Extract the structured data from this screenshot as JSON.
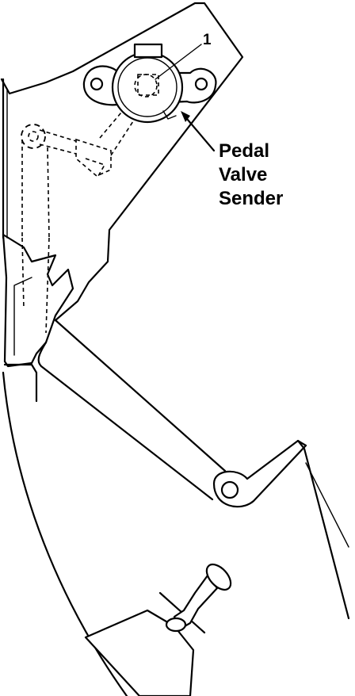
{
  "callout": {
    "number": "1"
  },
  "sender_label": {
    "line1": "Pedal",
    "line2": "Valve",
    "line3": "Sender"
  }
}
